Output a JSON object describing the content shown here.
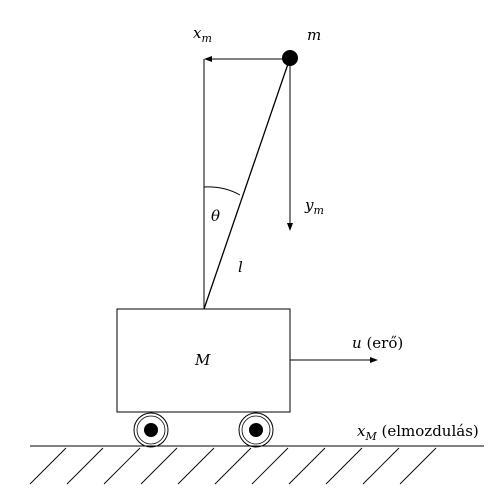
{
  "labels": {
    "x_m": {
      "main": "x",
      "sub": "m"
    },
    "m": "m",
    "y_m": {
      "main": "y",
      "sub": "m"
    },
    "theta": "θ",
    "l": "l",
    "M": "M",
    "u_force": {
      "var": "u",
      "text": "(erő)"
    },
    "x_M": {
      "main": "x",
      "sub": "M",
      "text": "(elmozdulás)"
    }
  }
}
